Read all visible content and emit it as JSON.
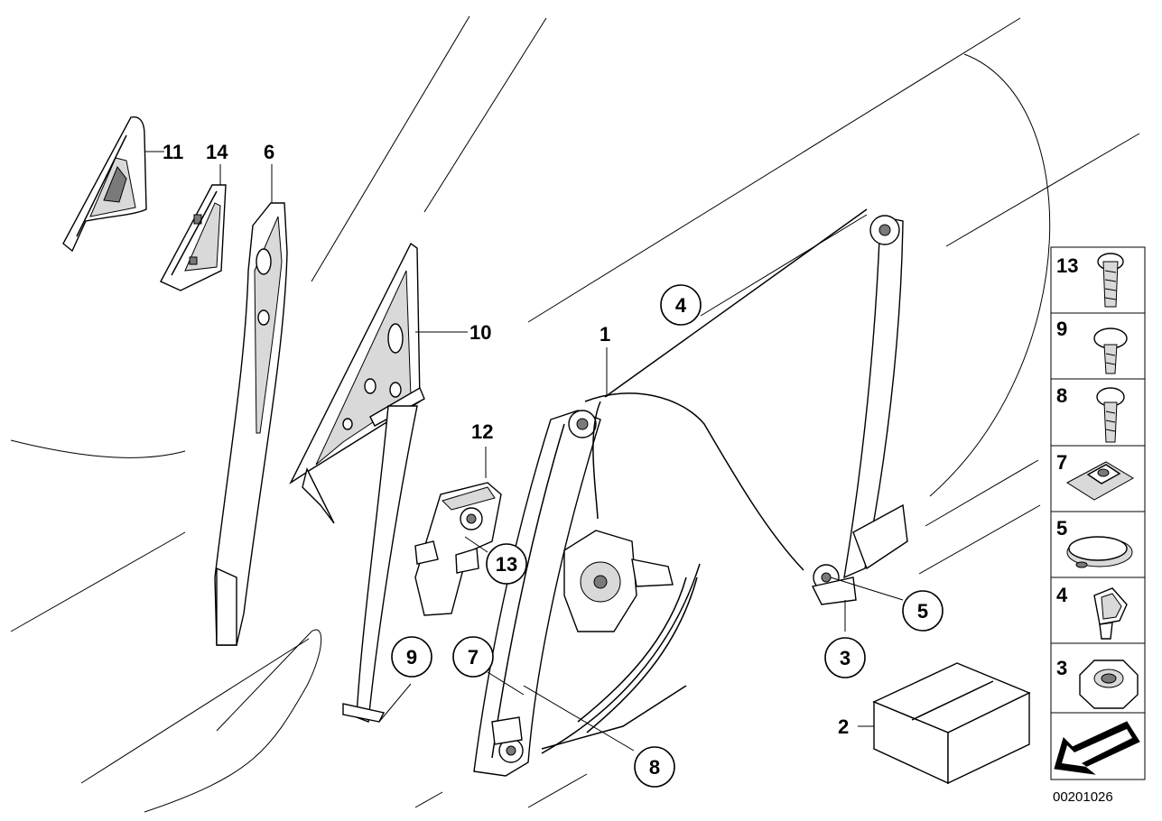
{
  "diagram_code": "00201026",
  "parts": {
    "p1": "1",
    "p2": "2",
    "p3": "3",
    "p4": "4",
    "p5": "5",
    "p6": "6",
    "p7": "7",
    "p8": "8",
    "p9": "9",
    "p10": "10",
    "p11": "11",
    "p12": "12",
    "p13": "13",
    "p14": "14"
  },
  "legend": [
    {
      "label": "13",
      "icon": "torx-bolt-long-icon"
    },
    {
      "label": "9",
      "icon": "torx-bolt-short-icon"
    },
    {
      "label": "8",
      "icon": "torx-bolt-medium-icon"
    },
    {
      "label": "7",
      "icon": "clip-nut-icon"
    },
    {
      "label": "5",
      "icon": "plug-cap-icon"
    },
    {
      "label": "4",
      "icon": "cable-clip-icon"
    },
    {
      "label": "3",
      "icon": "hex-nut-icon"
    },
    {
      "label": "",
      "icon": "arrow-down-left-icon"
    }
  ]
}
